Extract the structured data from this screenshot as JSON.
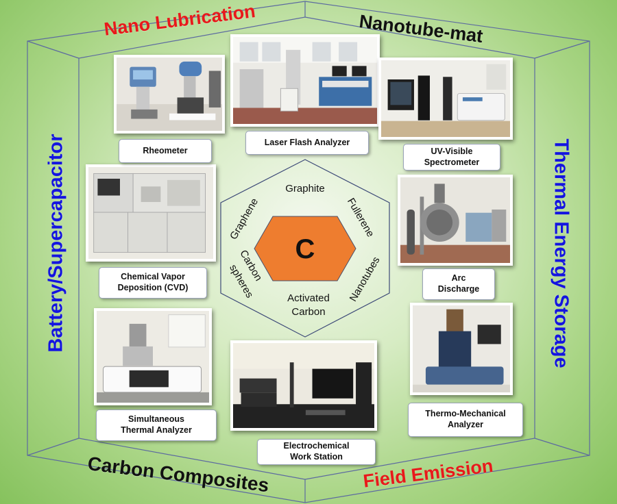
{
  "themes": {
    "nano_lubrication": "Nano Lubrication",
    "nanotube_mat": "Nanotube-mat",
    "battery_supercapacitor": "Battery/Supercapacitor",
    "thermal_energy_storage": "Thermal Energy Storage",
    "carbon_composites": "Carbon Composites",
    "field_emission": "Field Emission"
  },
  "instruments": {
    "rheometer": "Rheometer",
    "laser_flash": "Laser Flash Analyzer",
    "uv_visible": "UV-Visible\nSpectrometer",
    "cvd": "Chemical Vapor\nDeposition (CVD)",
    "arc_discharge": "Arc\nDischarge",
    "sta": "Simultaneous\nThermal Analyzer",
    "electrochemical": "Electrochemical\nWork Station",
    "tma": "Thermo-Mechanical\nAnalyzer"
  },
  "hexagon": {
    "center": "C",
    "graphite": "Graphite",
    "fullerene": "Fullerene",
    "nanotubes": "Nanotubes",
    "activated_line1": "Activated",
    "activated_line2": "Carbon",
    "spheres_line1": "Carbon",
    "spheres_line2": "spheres",
    "graphene": "Graphene"
  },
  "colors": {
    "red_theme": "#e8191b",
    "blue_theme": "#1414e0",
    "black_theme": "#111111",
    "hex_fill": "#ee7d2f",
    "frame_line": "#5c6aa0"
  }
}
